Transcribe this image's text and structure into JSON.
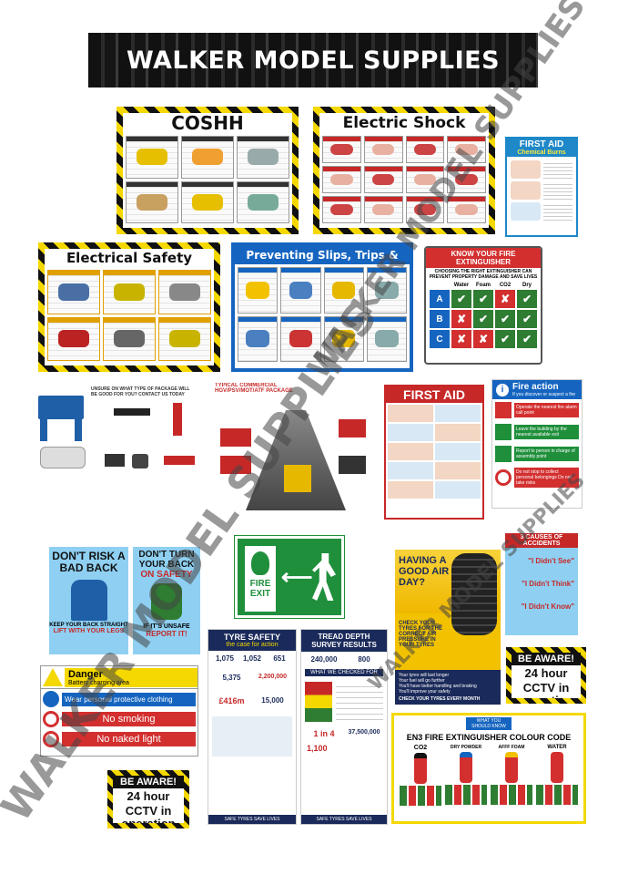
{
  "banner": {
    "title": "WALKER MODEL SUPPLIES"
  },
  "posters": {
    "coshh": {
      "title": "COSHH"
    },
    "electric_shock": {
      "title": "Electric Shock"
    },
    "first_aid_chem": {
      "title": "FIRST AID",
      "subtitle": "Chemical Burns"
    },
    "electrical_safety": {
      "title": "Electrical Safety"
    },
    "slips": {
      "title": "Preventing Slips, Trips & Falls"
    },
    "know_ext": {
      "title": "KNOW YOUR FIRE EXTINGUISHER",
      "subtitle": "CHOOSING THE RIGHT EXTINGUISHER CAN PREVENT PROPERTY DAMAGE AND SAVE LIVES",
      "cols": [
        "Water",
        "Foam",
        "CO2",
        "Dry"
      ],
      "rows": [
        "A",
        "B",
        "C"
      ],
      "marks": [
        [
          "ok",
          "ok",
          "no",
          "ok"
        ],
        [
          "no",
          "ok",
          "ok",
          "ok"
        ],
        [
          "no",
          "no",
          "ok",
          "ok"
        ]
      ]
    },
    "garage": {
      "text": "UNSURE ON WHAT TYPE OF PACKAGE WILL BE GOOD FOR YOU? CONTACT US TODAY"
    },
    "hgv": {
      "title": "TYPICAL COMMERCIAL HGV/PSV/MOT/ATF PACKAGE"
    },
    "first_aid": {
      "title": "FIRST AID"
    },
    "fire_action": {
      "title": "Fire action",
      "subtitle": "If you discover or suspect a fire",
      "steps": [
        "Operate the nearest fire alarm call point",
        "Leave the building by the nearest available exit",
        "Report to person in charge of assembly point",
        "Do not stop to collect personal belongings Do not take risks"
      ]
    },
    "bad_back": {
      "title": "DON'T RISK A BAD BACK",
      "footer1": "KEEP YOUR BACK STRAIGHT",
      "footer2": "LIFT WITH YOUR LEGS"
    },
    "turn_back": {
      "title1": "DON'T TURN YOUR BACK",
      "title2": "ON SAFETY",
      "footer1": "IF IT'S UNSAFE",
      "footer2": "REPORT IT!"
    },
    "fire_exit": {
      "text": "FIRE EXIT",
      "arrow": "⟵"
    },
    "air_day": {
      "title": "HAVING A GOOD AIR DAY?",
      "sub": "CHECK YOUR TYRES FOR THE CORRECT AIR PRESSURE IN YOUR TYRES",
      "bullets": [
        "Your tyres will last longer",
        "Your fuel will go further",
        "You'll have better handling and braking",
        "You'll improve your safety"
      ],
      "footer": "CHECK YOUR TYRES EVERY MONTH"
    },
    "three_causes": {
      "title": "3 CAUSES OF ACCIDENTS",
      "q1": "\"I Didn't See\"",
      "q2": "\"I Didn't Think\"",
      "q3": "\"I Didn't Know\""
    },
    "be_aware_1": {
      "top": "BE AWARE!",
      "line1": "24 hour",
      "line2": "CCTV in",
      "line3": "operation"
    },
    "be_aware_2": {
      "top": "BE AWARE!",
      "line1": "24 hour",
      "line2": "CCTV in",
      "line3": "operation"
    },
    "danger": {
      "title": "Danger",
      "subtitle": "Battery charging area",
      "line1": "Wear personal protective clothing",
      "line2": "No smoking",
      "line3": "No naked light"
    },
    "tyre_safety": {
      "title": "TYRE SAFETY",
      "subtitle": "the case for action",
      "stats": [
        "1,075",
        "1,052",
        "651",
        "5,375",
        "2,200,000",
        "£416m",
        "15,000"
      ],
      "footer": "SAFE TYRES SAVE LIVES"
    },
    "tread": {
      "title": "TREAD DEPTH SURVEY RESULTS",
      "stats": [
        "240,000",
        "800",
        "1 in 4",
        "37,500,000",
        "1,100"
      ],
      "section": "WHAT WE CHECKED FOR",
      "footer": "SAFE TYRES SAVE LIVES"
    },
    "en3": {
      "badge": "WHAT YOU SHOULD KNOW",
      "title": "EN3 FIRE EXTINGUISHER COLOUR CODE",
      "types": [
        "CO2",
        "DRY POWDER",
        "AFFF FOAM",
        "WATER"
      ]
    }
  },
  "watermark": {
    "text": "WALKER MODEL SUPPLIES"
  },
  "colors": {
    "hazard_yellow": "#f5d800",
    "fire_red": "#d32f2f",
    "exit_green": "#1f8f3b",
    "safety_blue": "#1565c0"
  }
}
